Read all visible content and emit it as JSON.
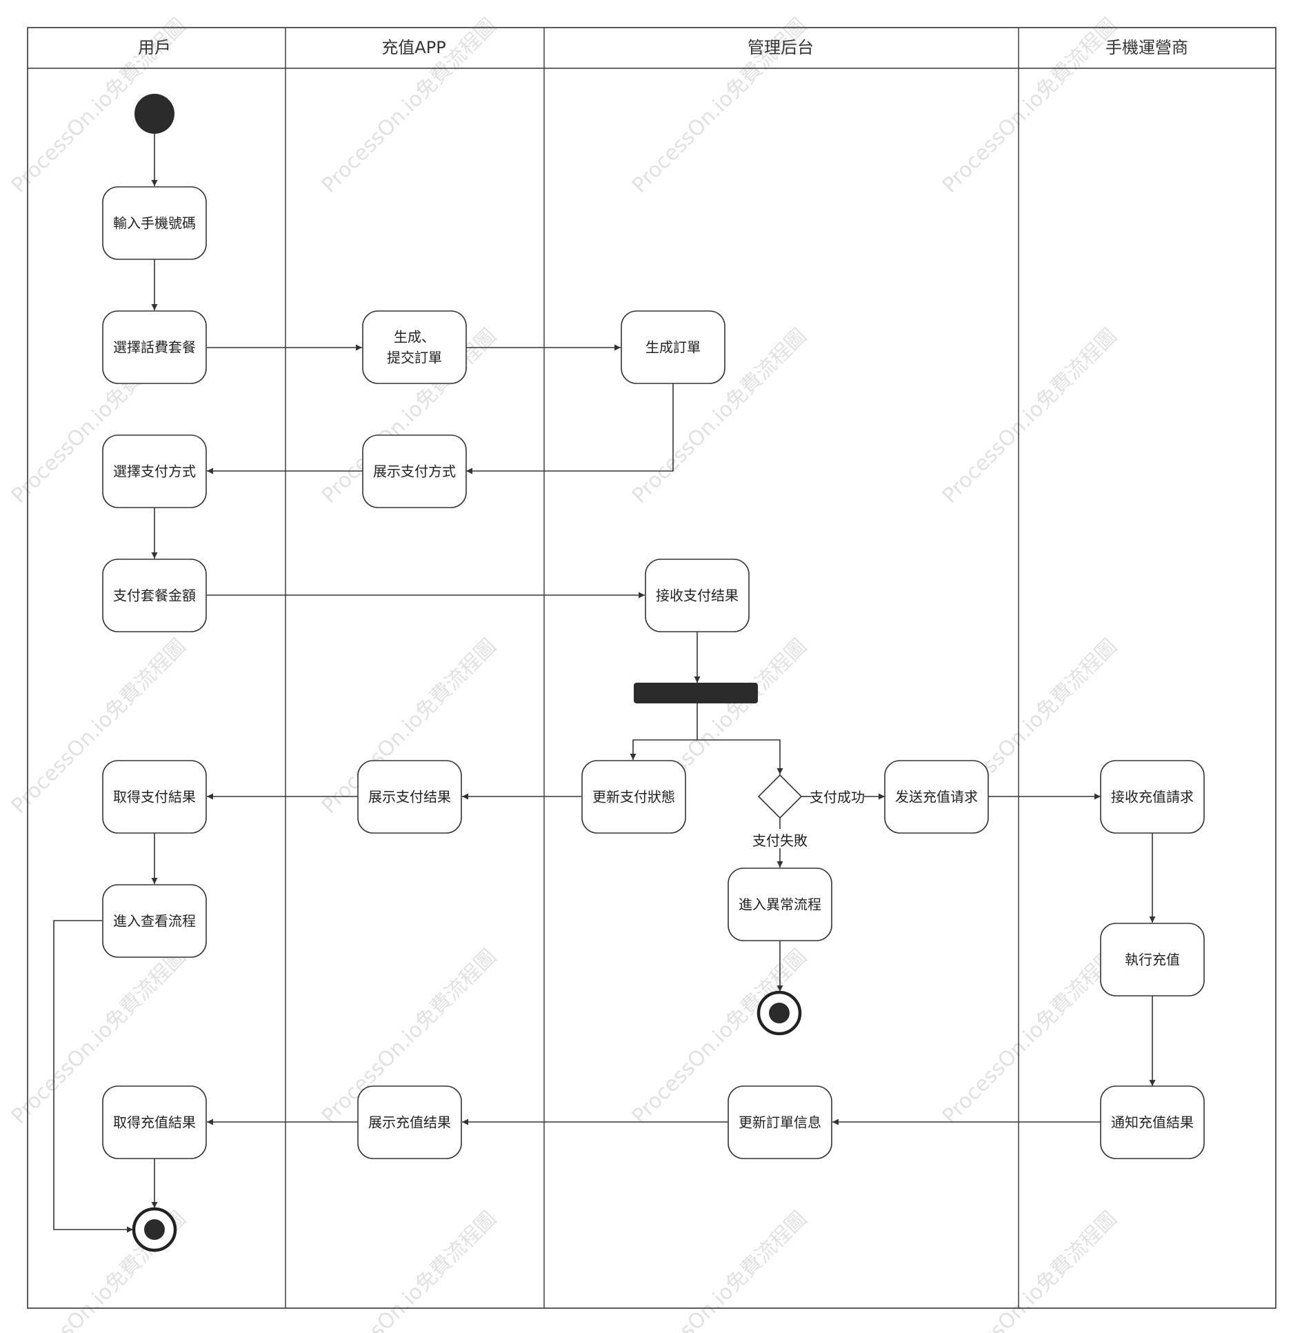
{
  "watermark": "ProcessOn.io免費流程圖",
  "lanes": [
    {
      "id": "user",
      "title": "用戶"
    },
    {
      "id": "app",
      "title": "充值APP"
    },
    {
      "id": "admin",
      "title": "管理后台"
    },
    {
      "id": "carrier",
      "title": "手機運營商"
    }
  ],
  "nodes": [
    {
      "id": "n_input",
      "lines": [
        "輸入手機號碼"
      ]
    },
    {
      "id": "n_choose_plan",
      "lines": [
        "選擇話費套餐"
      ]
    },
    {
      "id": "n_submit_order",
      "lines": [
        "生成、",
        "提交訂單"
      ]
    },
    {
      "id": "n_gen_order",
      "lines": [
        "生成訂單"
      ]
    },
    {
      "id": "n_choose_pay",
      "lines": [
        "選擇支付方式"
      ]
    },
    {
      "id": "n_show_pay",
      "lines": [
        "展示支付方式"
      ]
    },
    {
      "id": "n_pay_amount",
      "lines": [
        "支付套餐金額"
      ]
    },
    {
      "id": "n_recv_pay",
      "lines": [
        "接收支付结果"
      ]
    },
    {
      "id": "n_get_pay",
      "lines": [
        "取得支付結果"
      ]
    },
    {
      "id": "n_show_pay_result",
      "lines": [
        "展示支付结果"
      ]
    },
    {
      "id": "n_update_pay",
      "lines": [
        "更新支付狀態"
      ]
    },
    {
      "id": "n_send_req",
      "lines": [
        "发送充值请求"
      ]
    },
    {
      "id": "n_recv_req",
      "lines": [
        "接收充值請求"
      ]
    },
    {
      "id": "n_view_flow",
      "lines": [
        "進入查看流程"
      ]
    },
    {
      "id": "n_exception",
      "lines": [
        "進入異常流程"
      ]
    },
    {
      "id": "n_exec",
      "lines": [
        "執行充值"
      ]
    },
    {
      "id": "n_get_result",
      "lines": [
        "取得充值結果"
      ]
    },
    {
      "id": "n_show_result",
      "lines": [
        "展示充值结果"
      ]
    },
    {
      "id": "n_update_order",
      "lines": [
        "更新訂單信息"
      ]
    },
    {
      "id": "n_notify",
      "lines": [
        "通知充值結果"
      ]
    }
  ],
  "edges": [
    {
      "from": "start",
      "to": "n_input"
    },
    {
      "from": "n_input",
      "to": "n_choose_plan"
    },
    {
      "from": "n_choose_plan",
      "to": "n_submit_order"
    },
    {
      "from": "n_submit_order",
      "to": "n_gen_order"
    },
    {
      "from": "n_gen_order",
      "to": "n_show_pay"
    },
    {
      "from": "n_show_pay",
      "to": "n_choose_pay"
    },
    {
      "from": "n_choose_pay",
      "to": "n_pay_amount"
    },
    {
      "from": "n_pay_amount",
      "to": "n_recv_pay"
    },
    {
      "from": "n_recv_pay",
      "to": "fork_bar"
    },
    {
      "from": "fork_bar",
      "to": "n_update_pay"
    },
    {
      "from": "fork_bar",
      "to": "decision"
    },
    {
      "from": "decision",
      "to": "n_send_req",
      "label": "支付成功"
    },
    {
      "from": "decision",
      "to": "n_exception",
      "label": "支付失敗"
    },
    {
      "from": "n_update_pay",
      "to": "n_show_pay_result"
    },
    {
      "from": "n_show_pay_result",
      "to": "n_get_pay"
    },
    {
      "from": "n_get_pay",
      "to": "n_view_flow"
    },
    {
      "from": "n_view_flow",
      "to": "end_user"
    },
    {
      "from": "n_exception",
      "to": "end_admin"
    },
    {
      "from": "n_send_req",
      "to": "n_recv_req"
    },
    {
      "from": "n_recv_req",
      "to": "n_exec"
    },
    {
      "from": "n_exec",
      "to": "n_notify"
    },
    {
      "from": "n_notify",
      "to": "n_update_order"
    },
    {
      "from": "n_update_order",
      "to": "n_show_result"
    },
    {
      "from": "n_show_result",
      "to": "n_get_result"
    },
    {
      "from": "n_get_result",
      "to": "end_user"
    }
  ],
  "colors": {
    "line": "#333333",
    "fill_dark": "#2b2b2b",
    "watermark": "#c9c9c9"
  }
}
